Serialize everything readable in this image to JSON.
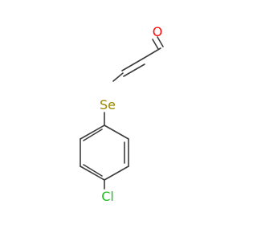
{
  "molecule": {
    "atoms": {
      "oxygen": {
        "label": "O",
        "color": "#ff0d0d"
      },
      "selenium": {
        "label": "Se",
        "color": "#9a8600"
      },
      "chlorine": {
        "label": "Cl",
        "color": "#1fc01f"
      }
    },
    "bond_color": "#3c3c3c"
  }
}
